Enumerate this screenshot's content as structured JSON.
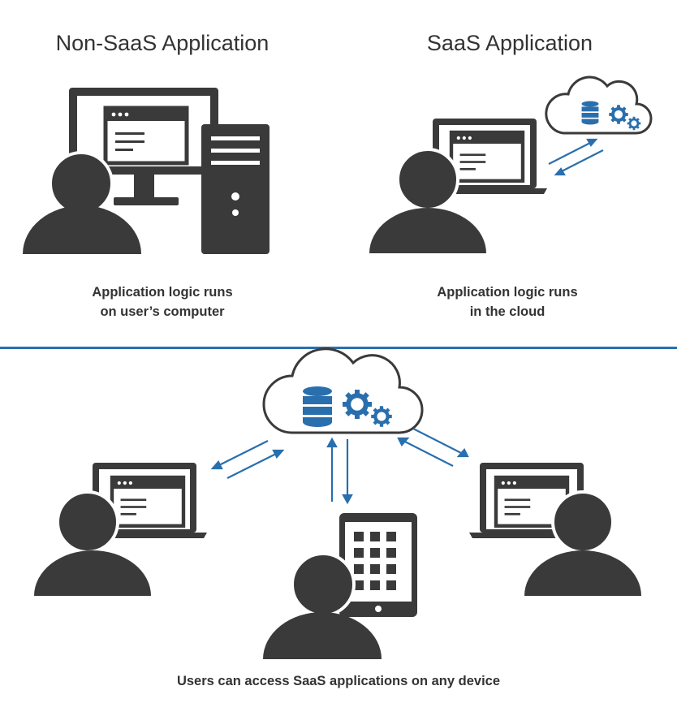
{
  "colors": {
    "icon": "#3a3a3a",
    "accent": "#2a6fad",
    "divider": "#2a6fad",
    "text": "#333333"
  },
  "top_left": {
    "title": "Non-SaaS Application",
    "caption_line1": "Application logic runs",
    "caption_line2": "on user’s computer",
    "icons": [
      "user-icon",
      "desktop-monitor-icon",
      "pc-tower-icon",
      "app-window-icon"
    ]
  },
  "top_right": {
    "title": "SaaS Application",
    "caption_line1": "Application logic runs",
    "caption_line2": "in the cloud",
    "icons": [
      "user-icon",
      "laptop-icon",
      "cloud-database-gears-icon",
      "sync-arrows-icon"
    ]
  },
  "bottom": {
    "caption": "Users can access SaaS applications on any device",
    "icons": [
      "cloud-database-gears-icon",
      "laptop-user-left-icon",
      "tablet-user-icon",
      "laptop-user-right-icon",
      "sync-arrows-icon"
    ]
  }
}
